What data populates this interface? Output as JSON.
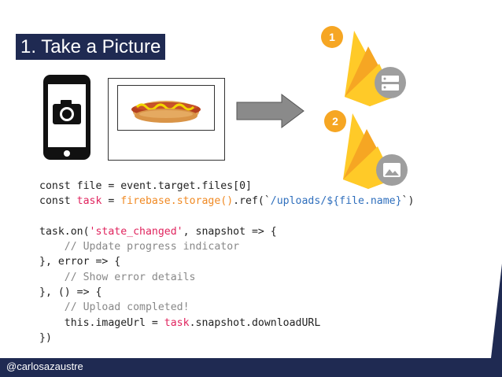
{
  "slide": {
    "title": "1.  Take a Picture",
    "footer_handle": "@carlosazaustre",
    "badges": [
      "1",
      "2"
    ]
  },
  "code": {
    "lines": [
      [
        {
          "t": "const file = event.target.files[0]",
          "c": ""
        }
      ],
      [
        {
          "t": "const ",
          "c": ""
        },
        {
          "t": "task",
          "c": "kw-pink"
        },
        {
          "t": " = ",
          "c": ""
        },
        {
          "t": "firebase.storage()",
          "c": "kw-orange"
        },
        {
          "t": ".ref(`",
          "c": ""
        },
        {
          "t": "/uploads/${file.name}",
          "c": "str"
        },
        {
          "t": "`)",
          "c": ""
        }
      ],
      [
        {
          "t": "",
          "c": ""
        }
      ],
      [
        {
          "t": "task.on(",
          "c": ""
        },
        {
          "t": "'state_changed'",
          "c": "kw-pink"
        },
        {
          "t": ", snapshot => {",
          "c": ""
        }
      ],
      [
        {
          "t": "    ",
          "c": ""
        },
        {
          "t": "// Update progress indicator",
          "c": "cmt"
        }
      ],
      [
        {
          "t": "}, error => {",
          "c": ""
        }
      ],
      [
        {
          "t": "    ",
          "c": ""
        },
        {
          "t": "// Show error details",
          "c": "cmt"
        }
      ],
      [
        {
          "t": "}, () => {",
          "c": ""
        }
      ],
      [
        {
          "t": "    ",
          "c": ""
        },
        {
          "t": "// Upload completed!",
          "c": "cmt"
        }
      ],
      [
        {
          "t": "    this.imageUrl = ",
          "c": ""
        },
        {
          "t": "task",
          "c": "kw-pink"
        },
        {
          "t": ".snapshot.downloadURL",
          "c": ""
        }
      ],
      [
        {
          "t": "})",
          "c": ""
        }
      ]
    ]
  },
  "icons": {
    "phone": "smartphone-camera-icon",
    "photo": "hotdog-photo",
    "arrow": "right-arrow-icon",
    "service1": "firebase-database-icon",
    "service2": "firebase-storage-icon"
  },
  "colors": {
    "navy": "#1f2a52",
    "firebase_yellow": "#ffca28",
    "firebase_orange": "#f6a623",
    "firebase_dark_orange": "#f57c00",
    "string_blue": "#2f6fbd",
    "keyword_pink": "#e0245e"
  }
}
